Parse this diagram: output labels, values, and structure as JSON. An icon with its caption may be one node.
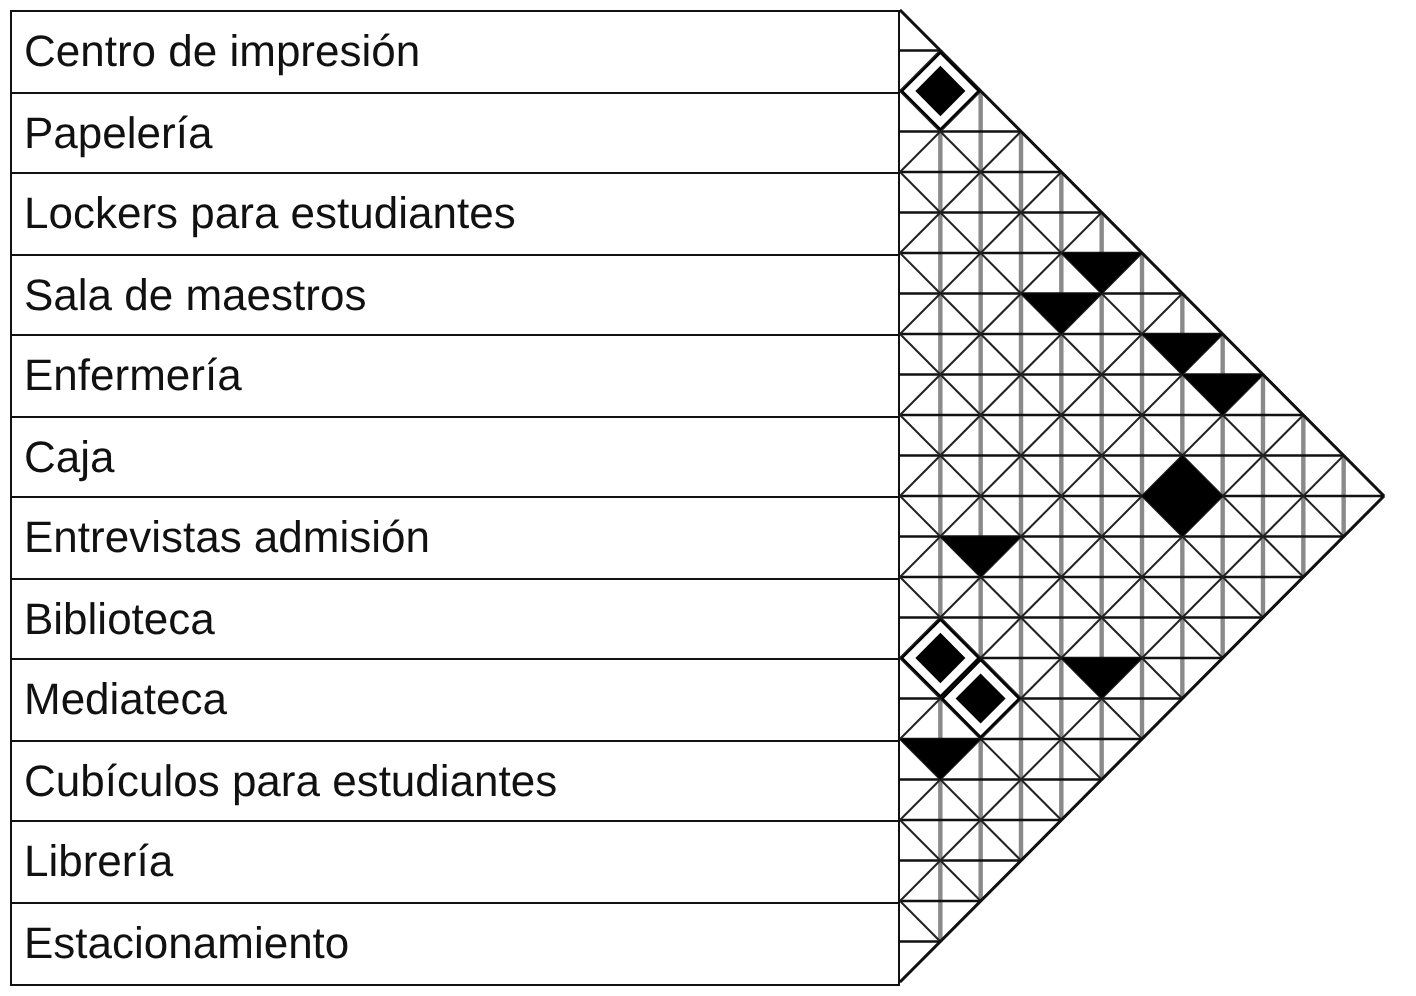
{
  "diagram": {
    "nodes": [
      {
        "text": [
          "Centro de impresión"
        ]
      },
      {
        "text": [
          "Papelería"
        ]
      },
      {
        "text": [
          "Lockers para estudiantes"
        ]
      },
      {
        "text": [
          "Sala de maestros"
        ]
      },
      {
        "text": [
          "Enfermería"
        ]
      },
      {
        "text": [
          "Caja"
        ]
      },
      {
        "text": [
          "Entrevistas admisión"
        ]
      },
      {
        "text": [
          "Biblioteca"
        ]
      },
      {
        "text": [
          "Mediateca"
        ]
      },
      {
        "text": [
          "Cubículos para estudiantes"
        ]
      },
      {
        "text": [
          "Librería"
        ]
      },
      {
        "text": [
          "Estacionamiento"
        ]
      }
    ]
  }
}
